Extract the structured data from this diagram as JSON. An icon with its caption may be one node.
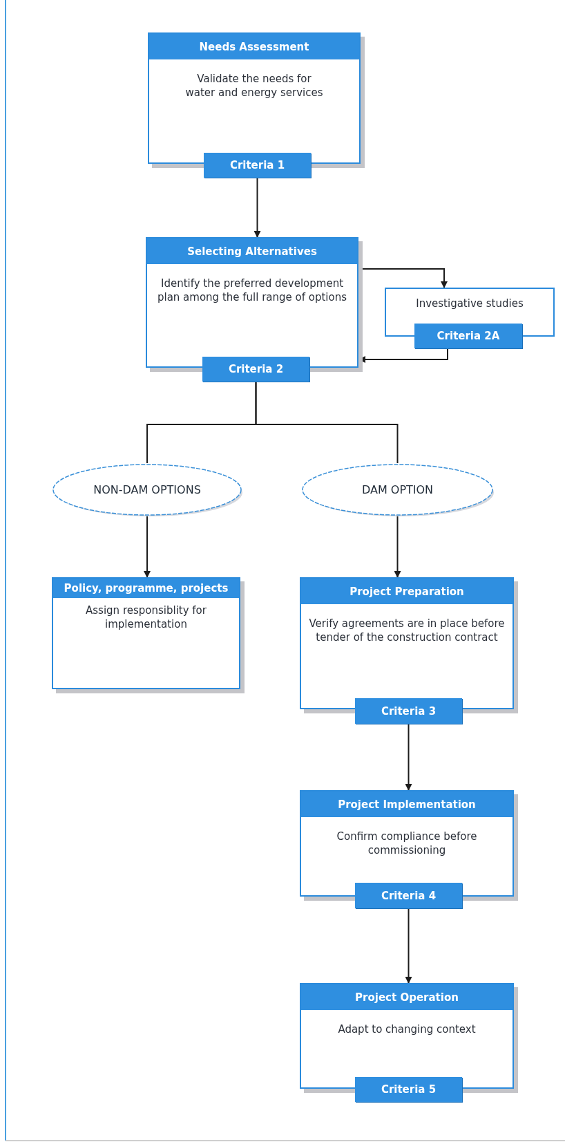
{
  "diagram": {
    "nodes": [
      {
        "text": [
          "Needs Assessment",
          "Validate the needs for water and energy services"
        ]
      },
      {
        "text": [
          "Criteria 1"
        ]
      },
      {
        "text": [
          "Selecting Alternatives",
          "Identify the preferred development plan among the full range of options"
        ]
      },
      {
        "text": [
          "Criteria 2"
        ]
      },
      {
        "text": [
          "Investigative studies"
        ]
      },
      {
        "text": [
          "Criteria 2A"
        ]
      },
      {
        "text": [
          "NON-DAM OPTIONS"
        ]
      },
      {
        "text": [
          "DAM OPTION"
        ]
      },
      {
        "text": [
          "Policy, programme, projects",
          "Assign responsiblity for implementation"
        ]
      },
      {
        "text": [
          "Project Preparation",
          "Verify agreements are in place before tender of the construction contract"
        ]
      },
      {
        "text": [
          "Criteria 3"
        ]
      },
      {
        "text": [
          "Project Implementation",
          "Confirm compliance before commissioning"
        ]
      },
      {
        "text": [
          "Criteria 4"
        ]
      },
      {
        "text": [
          "Project Operation",
          "Adapt to changing context"
        ]
      },
      {
        "text": [
          "Criteria 5"
        ]
      }
    ],
    "edges": [
      {
        "from": 1,
        "to": 2,
        "arrow": "to"
      },
      {
        "from": 2,
        "to": 4,
        "arrow": "to"
      },
      {
        "from": 5,
        "to": 2,
        "arrow": "to"
      },
      {
        "from": 3,
        "to": 6,
        "arrow": "none"
      },
      {
        "from": 3,
        "to": 7,
        "arrow": "none"
      },
      {
        "from": 6,
        "to": 8,
        "arrow": "to"
      },
      {
        "from": 7,
        "to": 9,
        "arrow": "to"
      },
      {
        "from": 10,
        "to": 11,
        "arrow": "to"
      },
      {
        "from": 12,
        "to": 13,
        "arrow": "to"
      }
    ]
  }
}
